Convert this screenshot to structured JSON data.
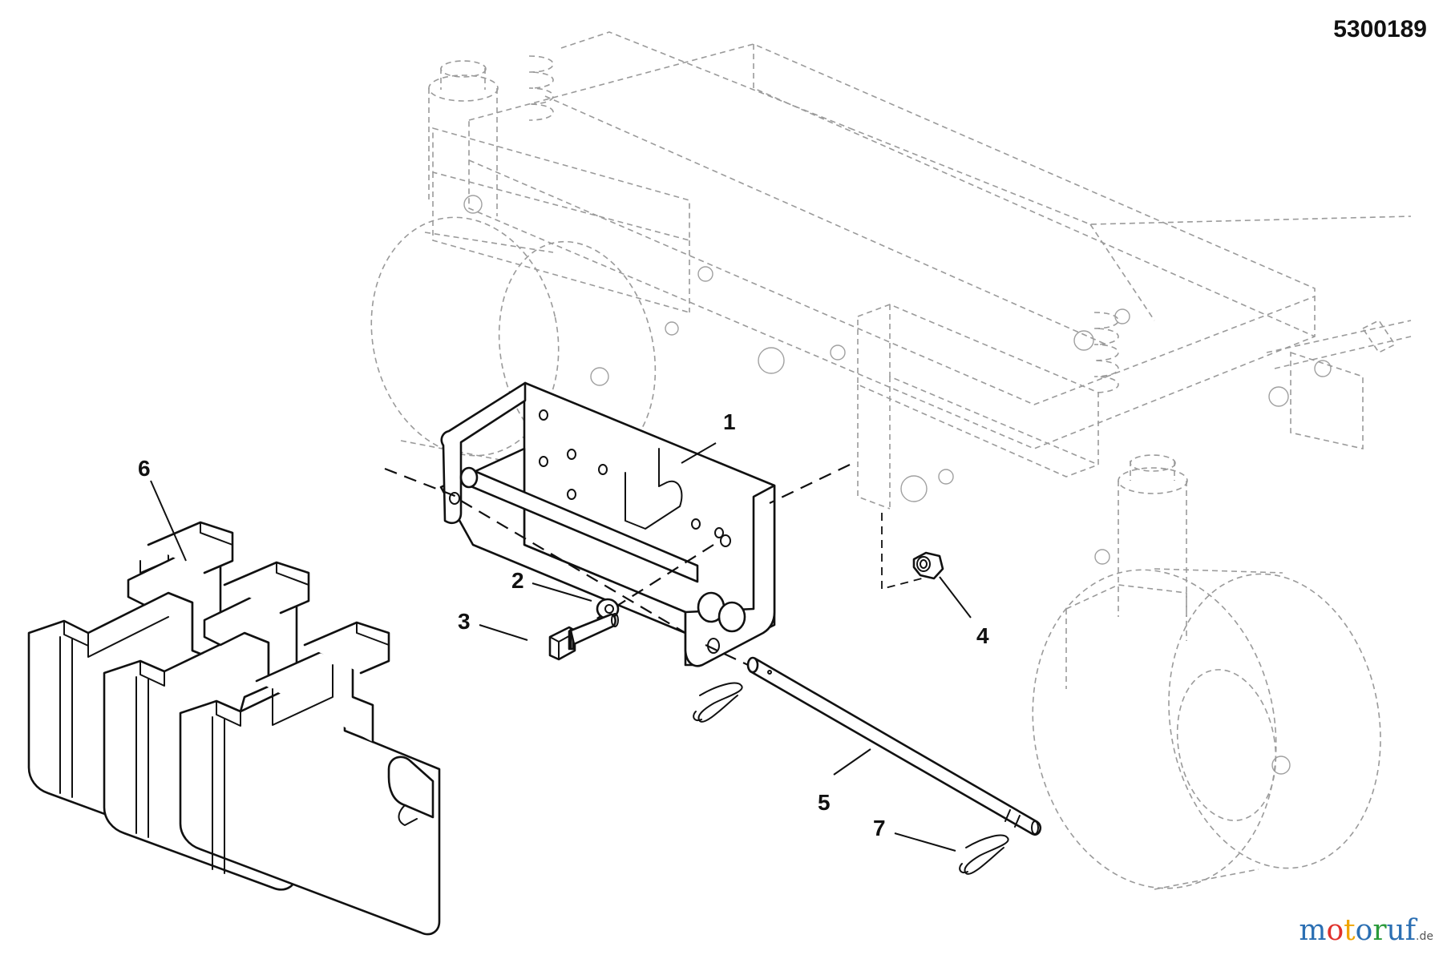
{
  "document": {
    "drawing_number": "5300189"
  },
  "callouts": [
    {
      "id": "1",
      "label": "1"
    },
    {
      "id": "2",
      "label": "2"
    },
    {
      "id": "3",
      "label": "3"
    },
    {
      "id": "4",
      "label": "4"
    },
    {
      "id": "5",
      "label": "5"
    },
    {
      "id": "6",
      "label": "6"
    },
    {
      "id": "7",
      "label": "7"
    }
  ],
  "watermark": {
    "parts": [
      "m",
      "o",
      "t",
      "o",
      "r",
      "uf"
    ],
    "tld": ".de"
  },
  "colors": {
    "line": "#111111",
    "ghost": "#9a9a9a",
    "watermark_blue": "#2b6fb3",
    "watermark_red": "#e0312b",
    "watermark_orange": "#f0a400",
    "watermark_green": "#2a9a3a"
  }
}
